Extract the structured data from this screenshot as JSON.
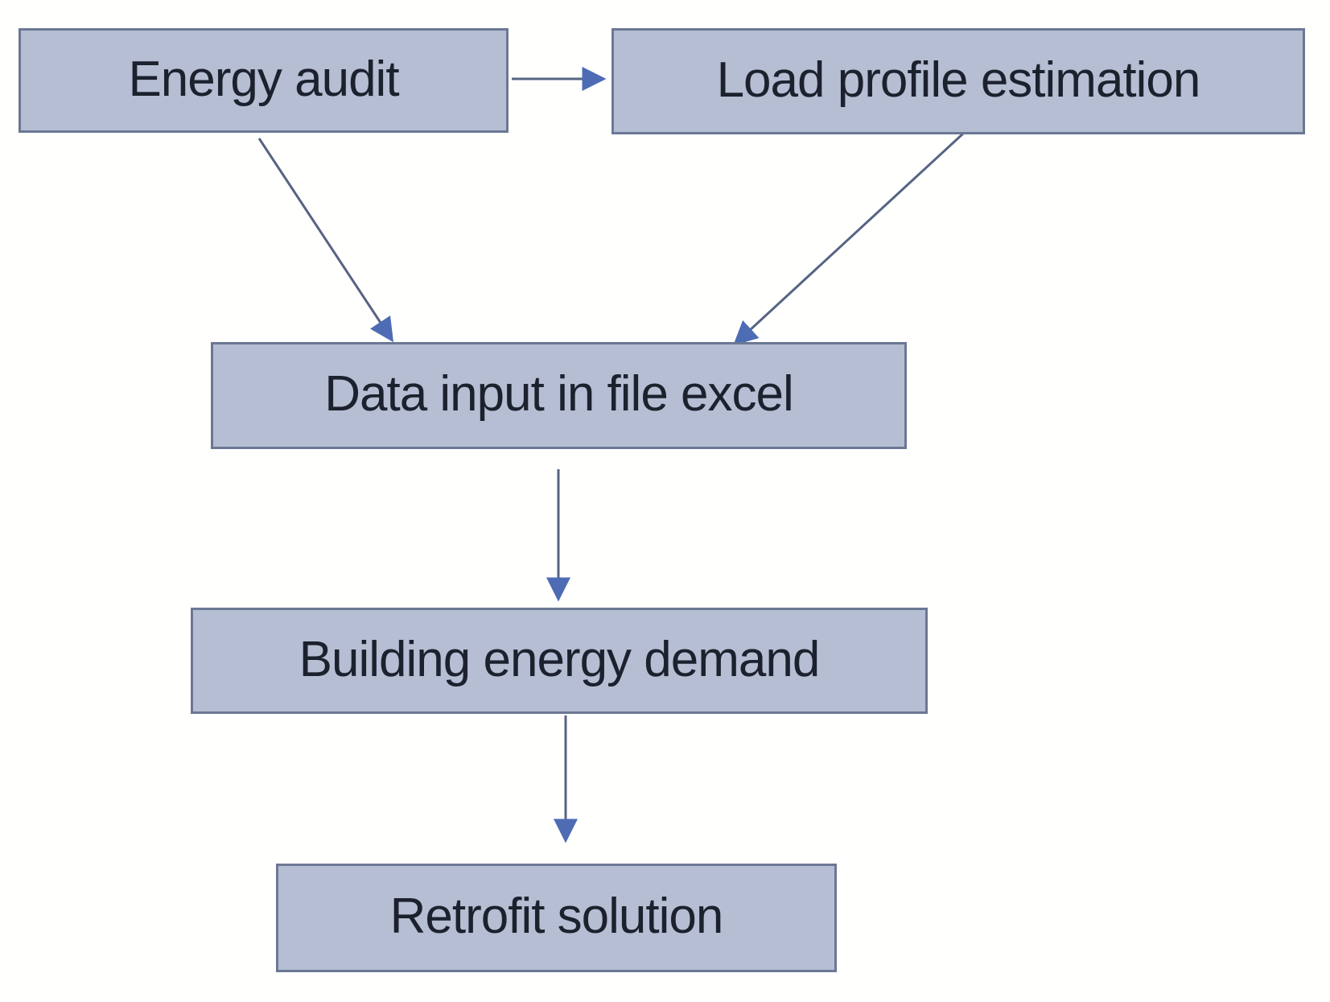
{
  "diagram": {
    "type": "flowchart",
    "nodes": [
      {
        "id": "energy-audit",
        "label": "Energy audit"
      },
      {
        "id": "load-profile-estimation",
        "label": "Load profile estimation"
      },
      {
        "id": "data-input-excel",
        "label": "Data input in file excel"
      },
      {
        "id": "building-energy-demand",
        "label": "Building energy demand"
      },
      {
        "id": "retrofit-solution",
        "label": "Retrofit solution"
      }
    ],
    "edges": [
      {
        "from": "energy-audit",
        "to": "load-profile-estimation"
      },
      {
        "from": "energy-audit",
        "to": "data-input-excel"
      },
      {
        "from": "load-profile-estimation",
        "to": "data-input-excel"
      },
      {
        "from": "data-input-excel",
        "to": "building-energy-demand"
      },
      {
        "from": "building-energy-demand",
        "to": "retrofit-solution"
      }
    ],
    "colors": {
      "node_fill": "#b5bed2",
      "node_border": "#6b7894",
      "text": "#1c212e",
      "arrow_line": "#566482",
      "arrow_head": "#4d6cb4"
    }
  }
}
